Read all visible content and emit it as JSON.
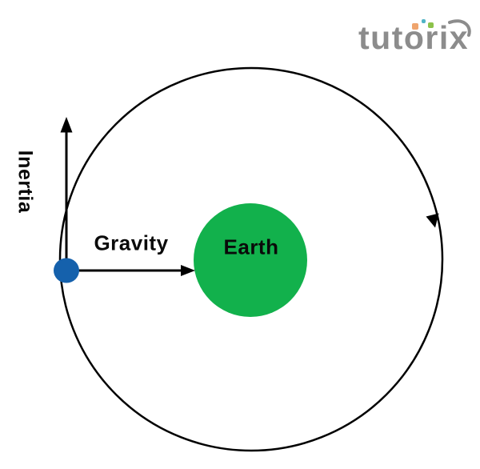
{
  "page": {
    "background": "#ffffff"
  },
  "logo": {
    "text": "tutorix",
    "color": "#8c8c8c",
    "squares": [
      {
        "name": "orange-square",
        "color": "#efa46d"
      },
      {
        "name": "teal-square",
        "color": "#4fb4c5"
      },
      {
        "name": "green-square",
        "color": "#8cc24a"
      }
    ]
  },
  "diagram": {
    "labels": {
      "inertia": "Inertia",
      "gravity": "Gravity",
      "earth": "Earth"
    },
    "colors": {
      "orbit_stroke": "#000000",
      "arrow": "#000000",
      "earth_fill": "#12b14c",
      "satellite_fill": "#1561ac"
    }
  }
}
